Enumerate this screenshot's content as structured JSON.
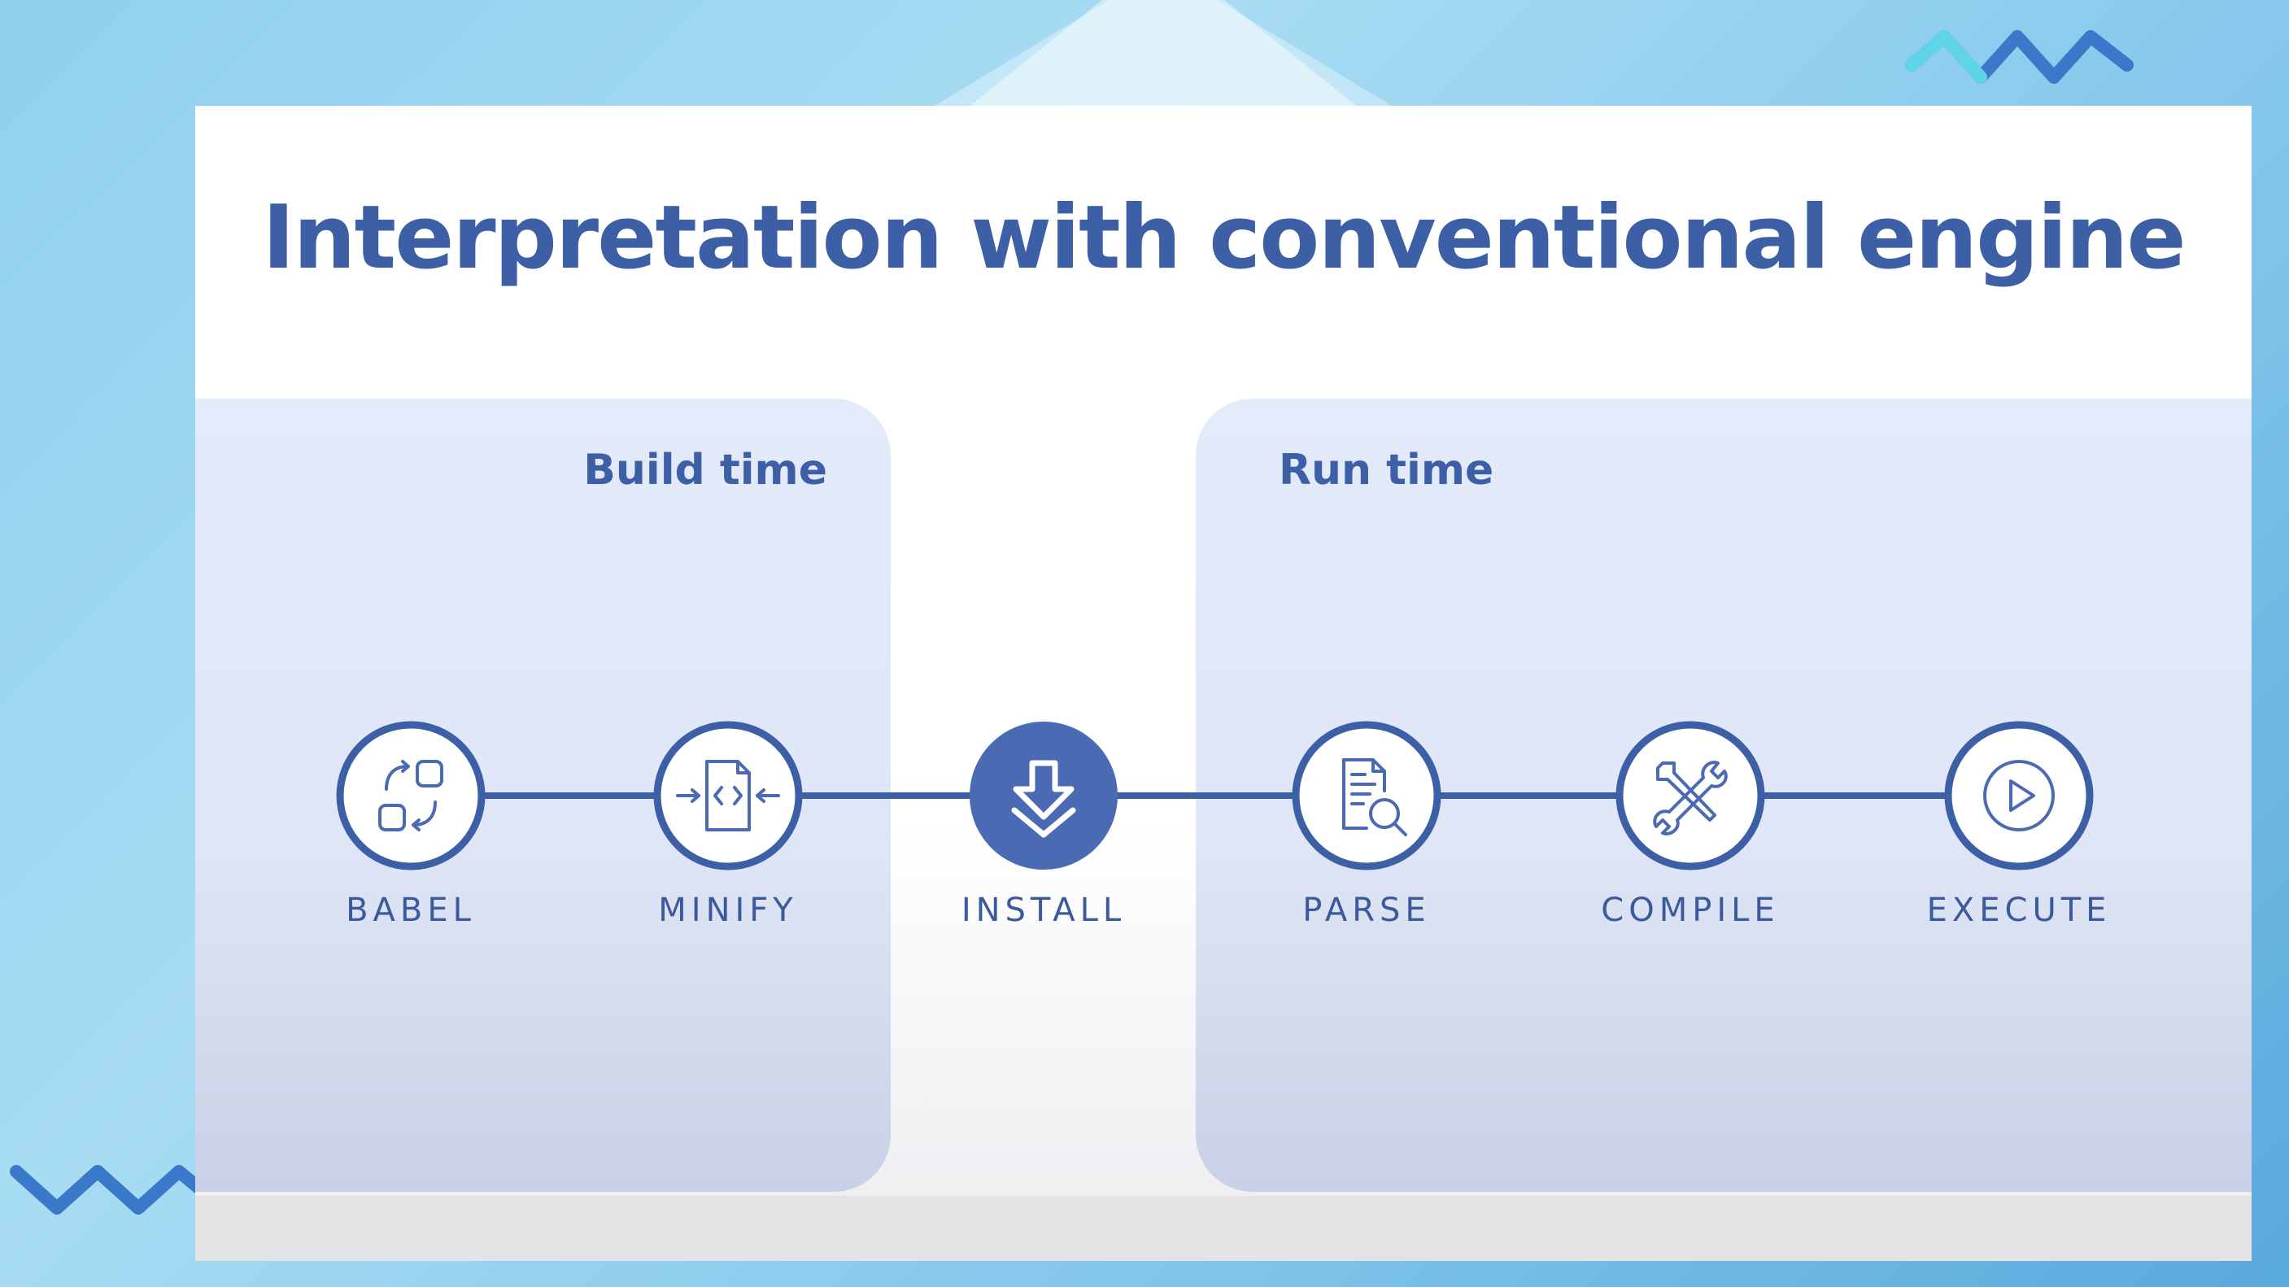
{
  "slide": {
    "title": "Interpretation with conventional engine"
  },
  "panels": {
    "build": {
      "title": "Build time"
    },
    "run": {
      "title": "Run time"
    }
  },
  "steps": [
    {
      "label": "BABEL",
      "icon": "transform-icon",
      "highlighted": false
    },
    {
      "label": "MINIFY",
      "icon": "compress-code-icon",
      "highlighted": false
    },
    {
      "label": "INSTALL",
      "icon": "download-arrow-icon",
      "highlighted": true
    },
    {
      "label": "PARSE",
      "icon": "document-search-icon",
      "highlighted": false
    },
    {
      "label": "COMPILE",
      "icon": "tools-icon",
      "highlighted": false
    },
    {
      "label": "EXECUTE",
      "icon": "play-icon",
      "highlighted": false
    }
  ],
  "colors": {
    "accent": "#3d5fa6",
    "node_fill": "#ffffff",
    "node_active_fill": "#4a6bb4",
    "panel": "#e3ebfb"
  }
}
